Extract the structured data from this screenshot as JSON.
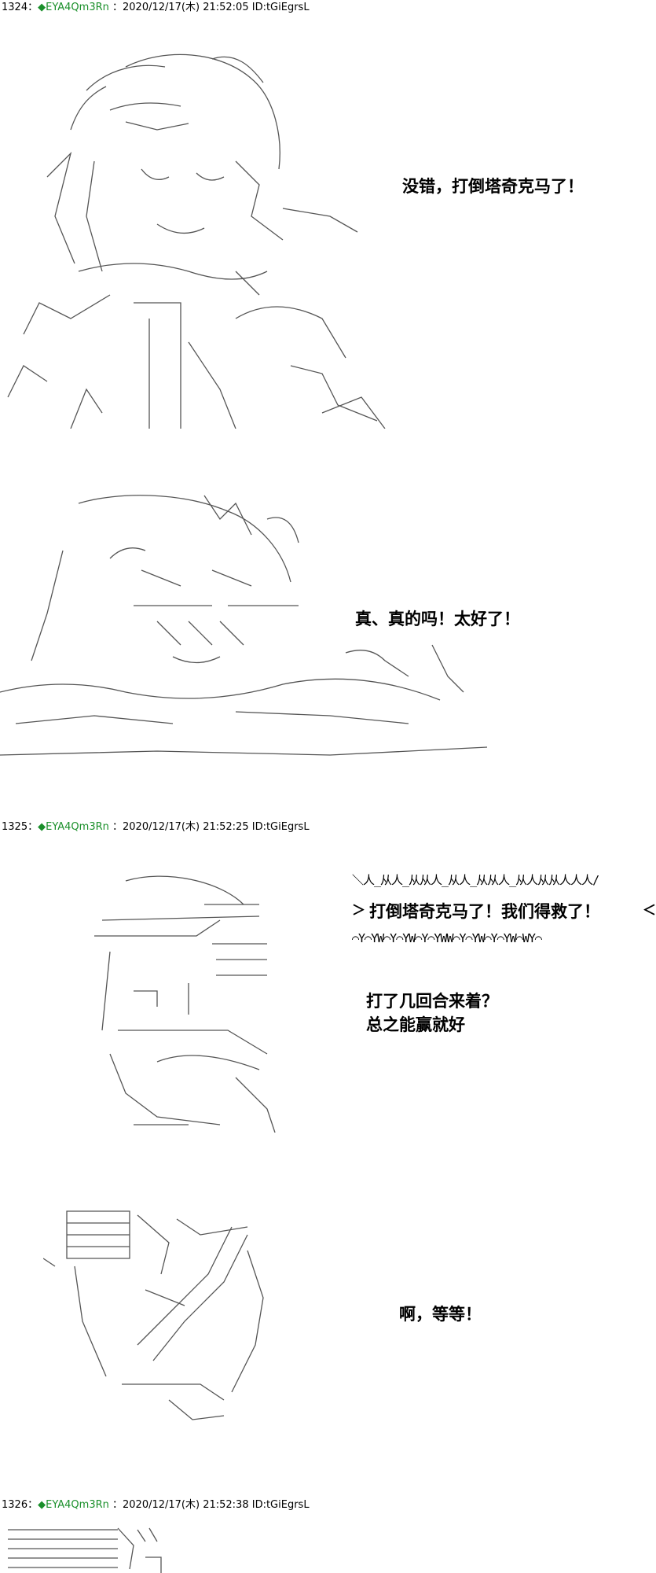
{
  "posts": [
    {
      "number": "1324",
      "separator": "：",
      "trip": "◆EYA4Qm3Rn",
      "datetime": "：2020/12/17(木) 21:52:05",
      "id": "ID:tGiEgrsL"
    },
    {
      "number": "1325",
      "separator": "：",
      "trip": "◆EYA4Qm3Rn",
      "datetime": "：2020/12/17(木) 21:52:25",
      "id": "ID:tGiEgrsL"
    },
    {
      "number": "1326",
      "separator": "：",
      "trip": "◆EYA4Qm3Rn",
      "datetime": "：2020/12/17(木) 21:52:38",
      "id": "ID:tGiEgrsL"
    }
  ],
  "dialogue": {
    "line1": "没错，打倒塔奇克马了！",
    "line2": "真、真的吗！太好了！",
    "shout": "打倒塔奇克马了！我们得救了！",
    "line3a": "打了几回合来着？",
    "line3b": "总之能赢就好",
    "line4": "啊，等等！"
  },
  "shout_frame": {
    "top": "＼人_从人_从从人_从人_从从人_从人从从人人人/",
    "bottom": "⌒Y⌒YW⌒Y⌒YW⌒Y⌒YWW⌒Y⌒YW⌒Y⌒YW⌒WY⌒",
    "left": "＞",
    "right": "＜"
  },
  "colors": {
    "trip": "#1a8f2a",
    "text": "#000000",
    "background": "#ffffff"
  }
}
